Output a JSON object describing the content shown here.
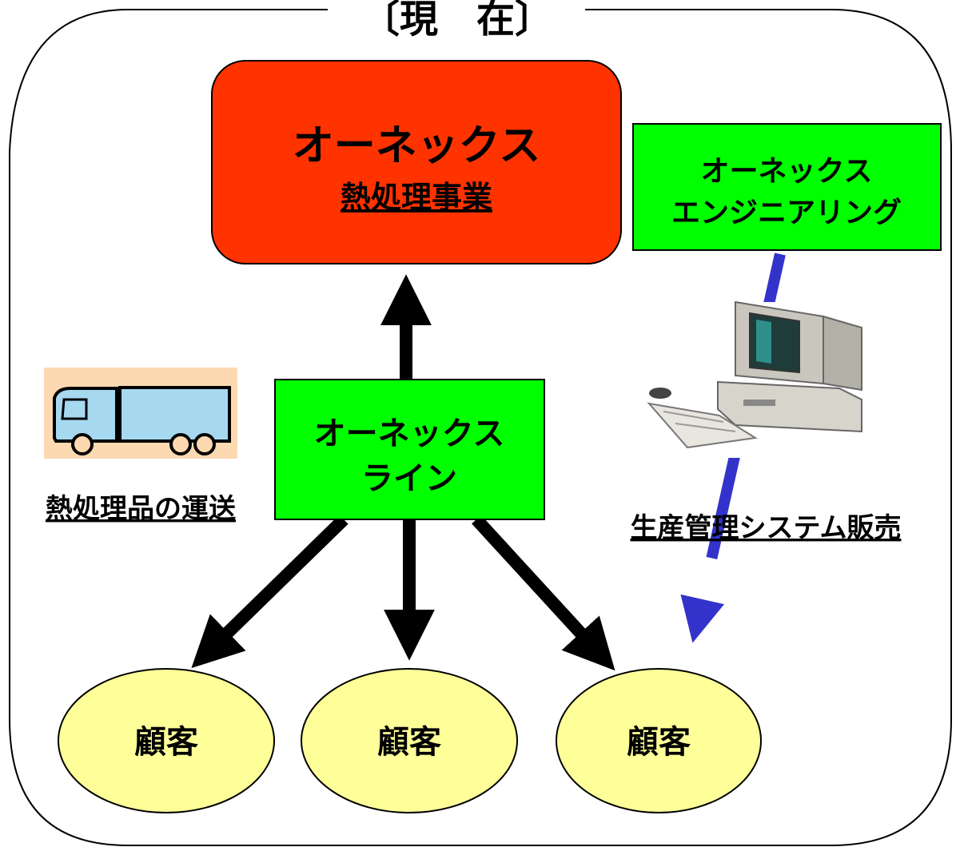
{
  "title": "〔現　在〕",
  "boxes": {
    "main": {
      "line1": "オーネックス",
      "line2": "熱処理事業",
      "fill": "#ff3300"
    },
    "engineering": {
      "line1": "オーネックス",
      "line2": "エンジニアリング",
      "fill": "#00ff00"
    },
    "line": {
      "line1": "オーネックス",
      "line2": "ライン",
      "fill": "#00ff00"
    }
  },
  "labels": {
    "transport": "熱処理品の運送",
    "system_sales": "生産管理システム販売"
  },
  "customers": [
    "顧客",
    "顧客",
    "顧客"
  ],
  "icons": {
    "truck": "truck-icon",
    "computer": "computer-icon"
  },
  "colors": {
    "customer_fill": "#ffff99",
    "arrow_black": "#000000",
    "arrow_blue": "#3333cc",
    "truck_body": "#a6d8f0",
    "truck_bg": "#fcd9b0"
  }
}
